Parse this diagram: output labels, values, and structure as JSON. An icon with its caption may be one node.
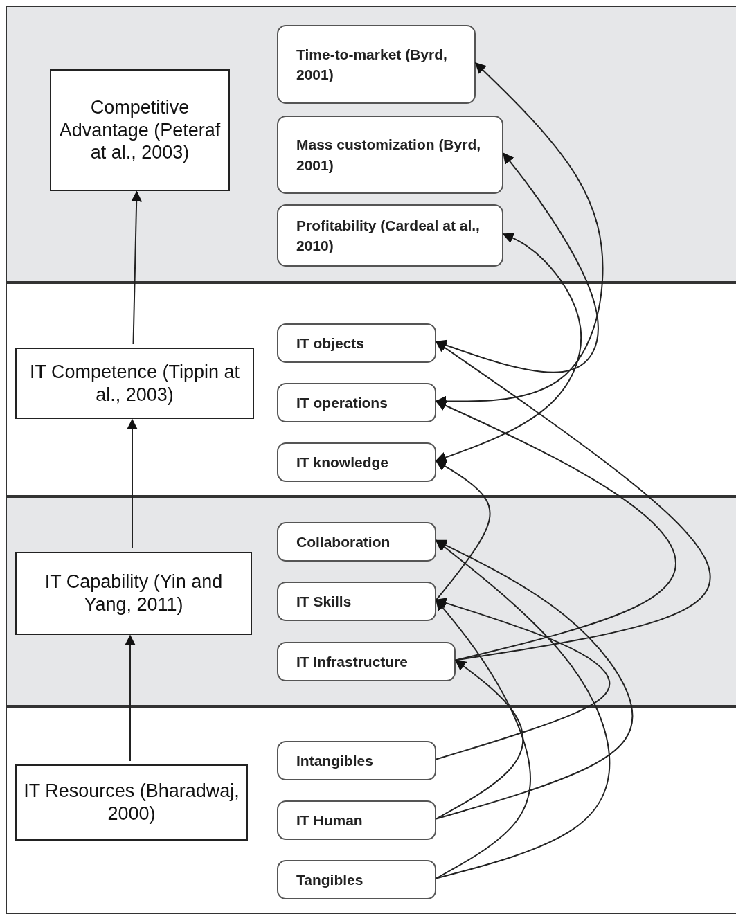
{
  "diagram": {
    "nodes": [
      {
        "text": [],
        "shape": "band"
      },
      {
        "text": [
          "Competitive Advantage (Peteraf at al., 2003)"
        ],
        "in": 0
      },
      {
        "text": [
          "Time-to-market (Byrd, 2001)"
        ],
        "in": 0
      },
      {
        "text": [
          "Mass customization (Byrd, 2001)"
        ],
        "in": 0
      },
      {
        "text": [
          "Profitability (Cardeal at al., 2010)"
        ],
        "in": 0
      },
      {
        "text": [],
        "shape": "band"
      },
      {
        "text": [
          "IT Competence (Tippin at al., 2003)"
        ],
        "in": 5
      },
      {
        "text": [
          "IT objects"
        ],
        "in": 5
      },
      {
        "text": [
          "IT operations"
        ],
        "in": 5
      },
      {
        "text": [
          "IT knowledge"
        ],
        "in": 5
      },
      {
        "text": [],
        "shape": "band"
      },
      {
        "text": [
          "IT Capability (Yin and Yang, 2011)"
        ],
        "in": 10
      },
      {
        "text": [
          "Collaboration"
        ],
        "in": 10
      },
      {
        "text": [
          "IT Skills"
        ],
        "in": 10
      },
      {
        "text": [
          "IT Infrastructure"
        ],
        "in": 10
      },
      {
        "text": [],
        "shape": "band"
      },
      {
        "text": [
          "IT Resources (Bharadwaj, 2000)"
        ],
        "in": 15
      },
      {
        "text": [
          "Intangibles"
        ],
        "in": 15
      },
      {
        "text": [
          "IT Human"
        ],
        "in": 15
      },
      {
        "text": [
          "Tangibles"
        ],
        "in": 15
      }
    ],
    "edges": [
      {
        "from": 16,
        "to": 11,
        "arrow": "to"
      },
      {
        "from": 11,
        "to": 6,
        "arrow": "to"
      },
      {
        "from": 6,
        "to": 1,
        "arrow": "to"
      },
      {
        "from": 8,
        "to": 2,
        "arrow": "both"
      },
      {
        "from": 7,
        "to": 3,
        "arrow": "both"
      },
      {
        "from": 9,
        "to": 4,
        "arrow": "both"
      },
      {
        "from": 13,
        "to": 9,
        "arrow": "to"
      },
      {
        "from": 14,
        "to": 7,
        "arrow": "to"
      },
      {
        "from": 14,
        "to": 8,
        "arrow": "to"
      },
      {
        "from": 17,
        "to": 13,
        "arrow": "to"
      },
      {
        "from": 18,
        "to": 12,
        "arrow": "to"
      },
      {
        "from": 18,
        "to": 14,
        "arrow": "to"
      },
      {
        "from": 19,
        "to": 12,
        "arrow": "to"
      },
      {
        "from": 19,
        "to": 13,
        "arrow": "to"
      }
    ]
  }
}
